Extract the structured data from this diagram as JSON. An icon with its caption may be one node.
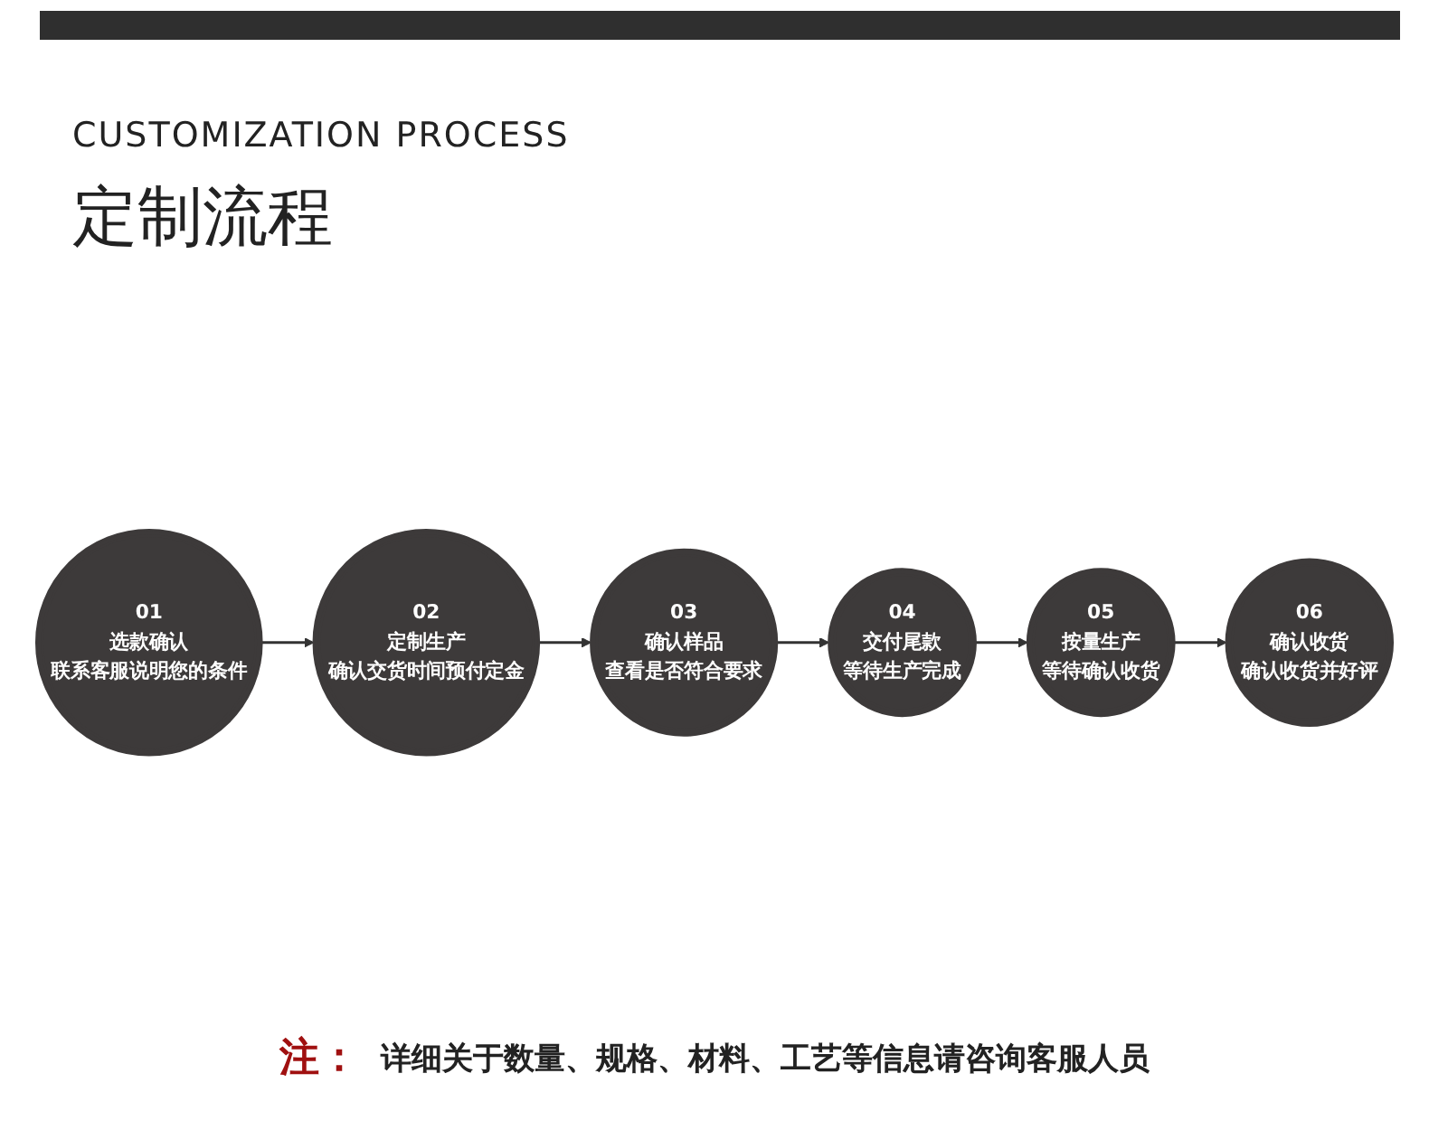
{
  "diagram": {
    "title": "定制流程",
    "nodes": [
      {
        "text": [
          "01",
          "选款确认",
          "联系客服说明您的条件"
        ]
      },
      {
        "text": [
          "02",
          "定制生产",
          "确认交货时间预付定金"
        ]
      },
      {
        "text": [
          "03",
          "确认样品",
          "查看是否符合要求"
        ]
      },
      {
        "text": [
          "04",
          "交付尾款",
          "等待生产完成"
        ]
      },
      {
        "text": [
          "05",
          "按量生产",
          "等待确认收货"
        ]
      },
      {
        "text": [
          "06",
          "确认收货",
          "确认收货并好评"
        ]
      }
    ],
    "edges": [
      {
        "from": 0,
        "to": 1,
        "arrow": "to"
      },
      {
        "from": 1,
        "to": 2,
        "arrow": "to"
      },
      {
        "from": 2,
        "to": 3,
        "arrow": "to"
      },
      {
        "from": 3,
        "to": 4,
        "arrow": "to"
      },
      {
        "from": 4,
        "to": 5,
        "arrow": "to"
      }
    ],
    "labels": [
      "CUSTOMIZATION PROCESS",
      "注：",
      "详细关于数量、规格、材料、工艺等信息请咨询客服人员"
    ]
  }
}
